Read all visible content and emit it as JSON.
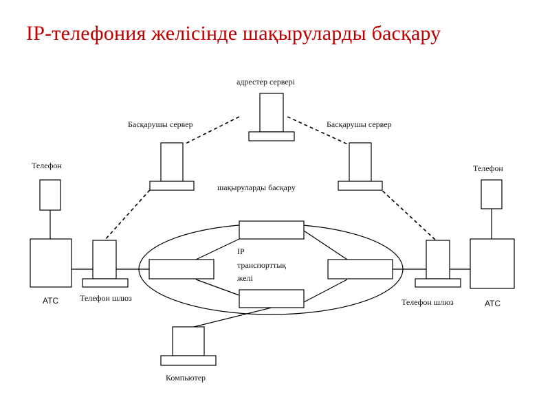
{
  "title": "IP-телефония желісінде шақыруларды басқару",
  "labels": {
    "address_server": "адрестер сервері",
    "control_server_left": "Басқарушы сервер",
    "control_server_right": "Басқарушы сервер",
    "call_control": "шақыруларды басқару",
    "phone_left": "Телефон",
    "phone_right": "Телефон",
    "pbx_left": "АТС",
    "pbx_right": "АТС",
    "gateway_left": "Телефон шлюз",
    "gateway_right": "Телефон шлюз",
    "ip_network_line1": "IP",
    "ip_network_line2": "транспорттық",
    "ip_network_line3": "желі",
    "computer": "Компьютер"
  },
  "colors": {
    "title": "#c00000",
    "lines": "#000000",
    "background": "#ffffff"
  }
}
